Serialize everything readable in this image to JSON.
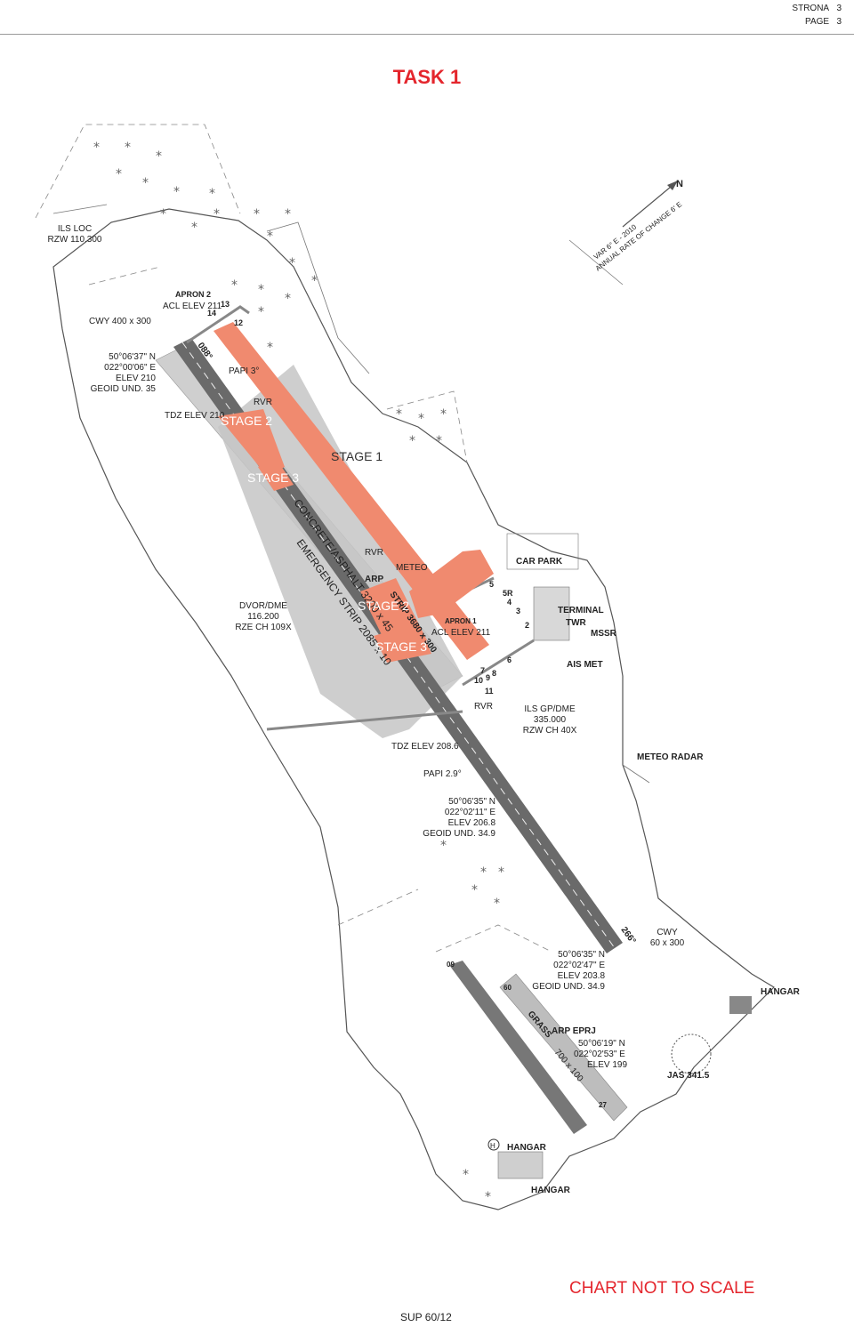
{
  "header": {
    "page_word": "STRONA",
    "page_label": "PAGE",
    "page_number": "3"
  },
  "title": "TASK 1",
  "footer": {
    "sup": "SUP 60/12",
    "not_to_scale": "CHART NOT TO SCALE"
  },
  "colors": {
    "stage": "#f08a6f",
    "runway": "#bdbdbd",
    "accent": "#e4262d"
  },
  "labels": {
    "ils_loc": [
      "ILS LOC",
      "RZW 110.300"
    ],
    "cwy_north": "CWY 400 x 300",
    "apron2": [
      "APRON 2",
      "ACL ELEV 211"
    ],
    "thr_north": [
      "50°06'37\" N",
      "022°00'06\" E",
      "ELEV 210",
      "GEOID UND. 35"
    ],
    "papi_n": "PAPI 3°",
    "rvr_n": "RVR",
    "tdz_n": "TDZ ELEV 210",
    "stage2_top": "STAGE 2",
    "stage1": "STAGE 1",
    "stage3_top": "STAGE 3",
    "stage2_mid": "STAGE 2",
    "stage3_mid": "STAGE 3",
    "rwy_text": "CONCRETE/ASPHALT 3200 x 45",
    "emergency": "EMERGENCY STRIP 2085 x 10",
    "strip": "STRIP 3680 x 300",
    "rvr_mid": "RVR",
    "arp": "ARP",
    "meteo": "METEO",
    "car_park": "CAR PARK",
    "terminal": "TERMINAL",
    "twr": "TWR",
    "mssr": "MSSR",
    "ais_met": "AIS MET",
    "apron1": [
      "APRON 1",
      "ACL ELEV 211"
    ],
    "dvor": [
      "DVOR/DME",
      "116.200",
      "RZE CH 109X"
    ],
    "rvr_s": "RVR",
    "ils_gp": [
      "ILS GP/DME",
      "335.000",
      "RZW CH 40X"
    ],
    "tdz_s": "TDZ ELEV 208.6",
    "papi_s": "PAPI 2.9°",
    "meteo_radar": "METEO RADAR",
    "thr_mid": [
      "50°06'35\" N",
      "022°02'11\" E",
      "ELEV 206.8",
      "GEOID UND. 34.9"
    ],
    "thr_south": [
      "50°06'35\" N",
      "022°02'47\" E",
      "ELEV 203.8",
      "GEOID UND. 34.9"
    ],
    "cwy_south": [
      "CWY",
      "60 x 300"
    ],
    "hangar_e": "HANGAR",
    "arp_eprj": [
      "ARP EPRJ",
      "50°06'19\" N",
      "022°02'53\" E",
      "ELEV 199"
    ],
    "jas": "JAS 341.5",
    "grass": "GRASS",
    "grass_dim": "700 x 100",
    "hangar_s1": "HANGAR",
    "hangar_s2": "HANGAR",
    "var": "VAR 6° E - 2010",
    "annual": "ANNUAL RATE OF CHANGE 6' E",
    "north": "N",
    "hdg_088": "088°",
    "hdg_266": "266°",
    "rwy_09": "09",
    "rwy_27": "27",
    "rwy_60": "60",
    "taxi_nums": [
      "13",
      "14",
      "12",
      "5",
      "5R",
      "4",
      "3",
      "2",
      "6",
      "7",
      "8",
      "9",
      "10",
      "11"
    ]
  }
}
